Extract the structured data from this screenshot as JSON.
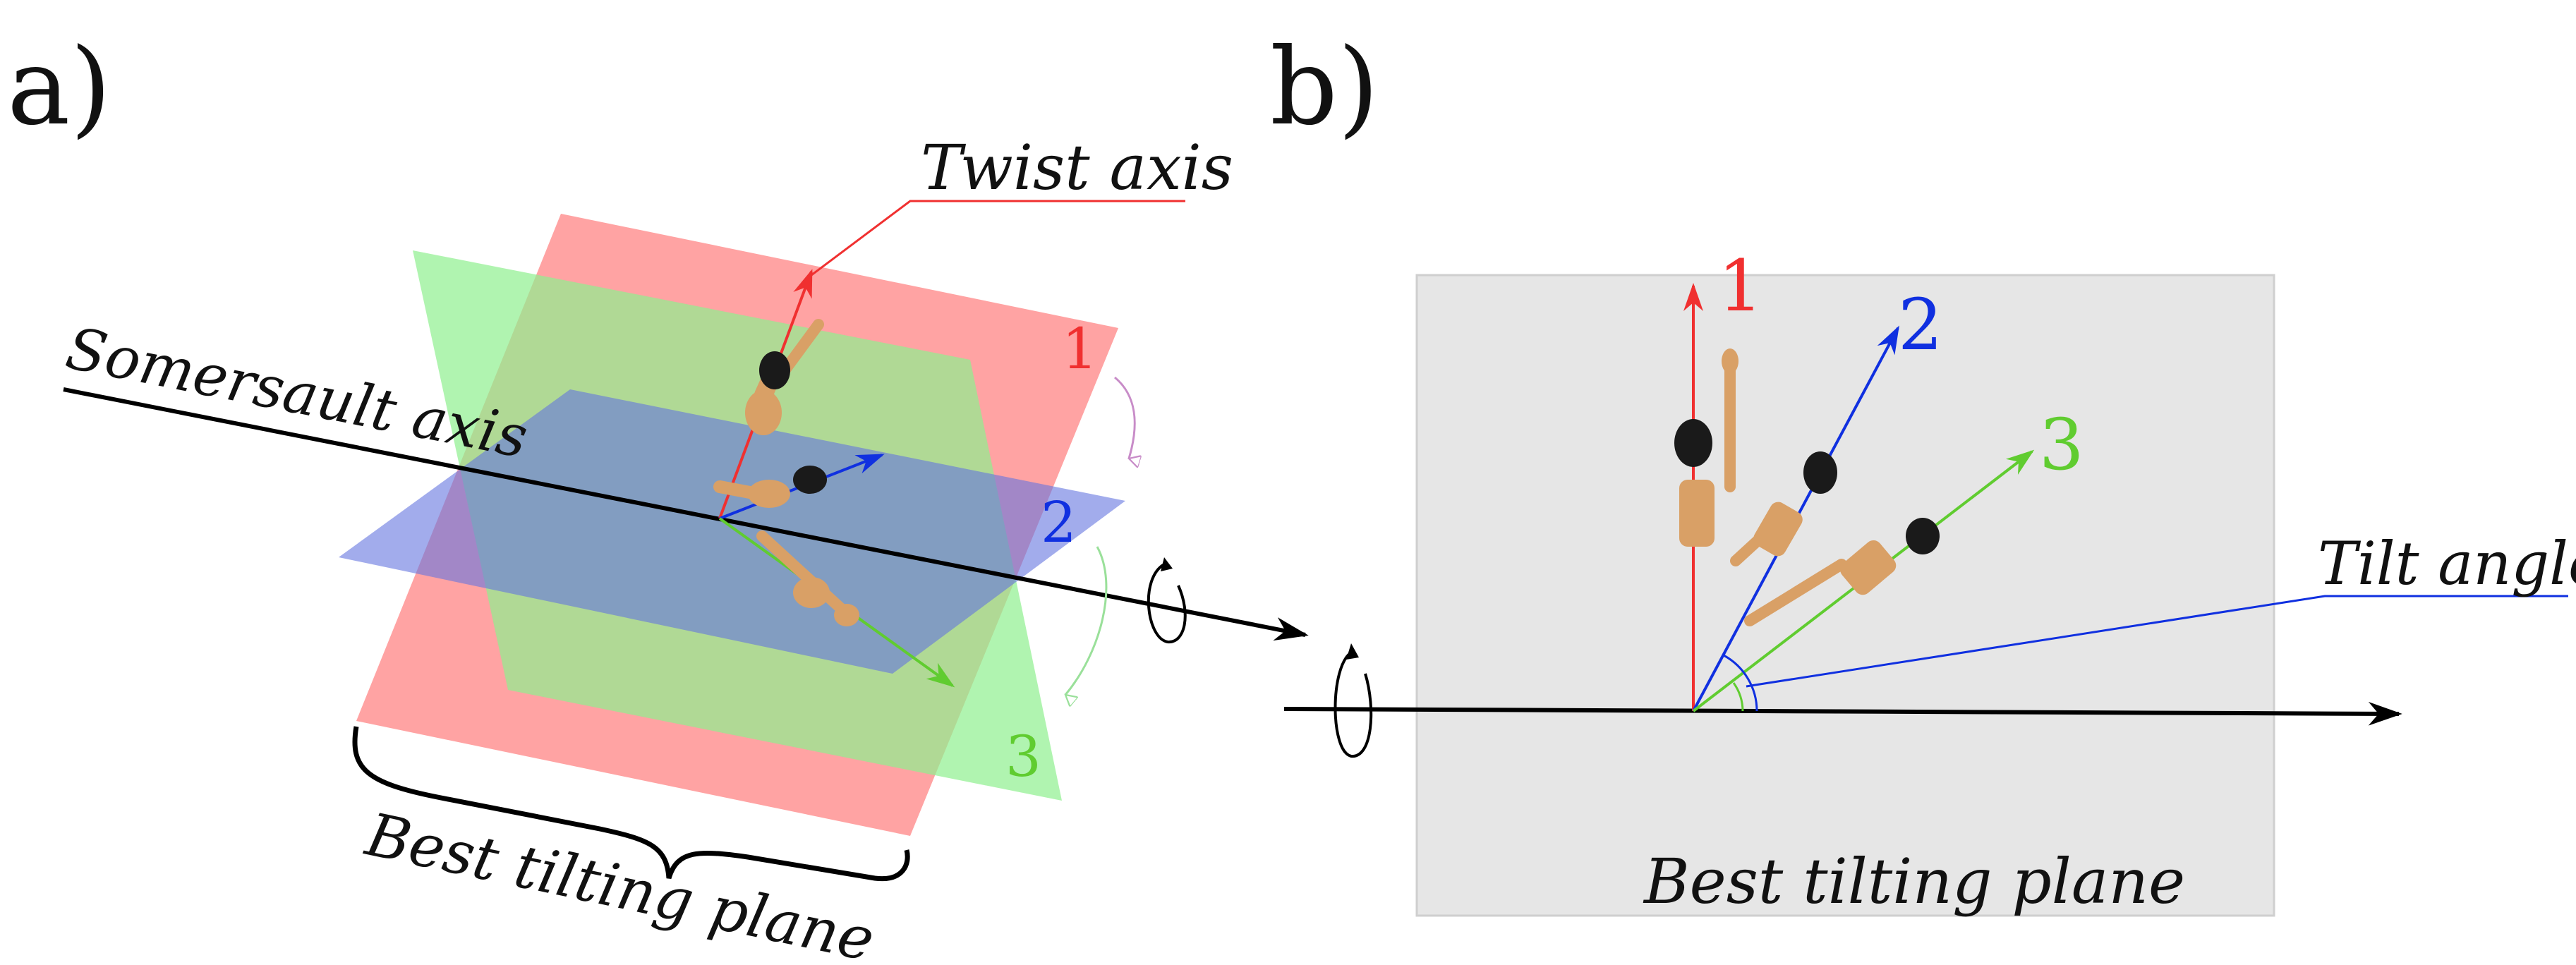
{
  "panels": {
    "a": {
      "letter": "a)",
      "twist_axis_label": "Twist axis",
      "somersault_axis_label": "Somersault axis",
      "best_tilting_plane_label": "Best tilting plane",
      "plane_numbers": [
        "1",
        "2",
        "3"
      ]
    },
    "b": {
      "letter": "b)",
      "tilt_angle_label": "Tilt angle",
      "best_tilting_plane_label": "Best tilting plane",
      "arrow_numbers": [
        "1",
        "2",
        "3"
      ]
    }
  },
  "colors": {
    "red": "#f03030",
    "blue": "#1030e0",
    "green": "#60cc30",
    "plane_red": "#ff8c8c",
    "plane_green": "#8cf08c",
    "plane_blue": "#6e7fe6",
    "panel_b_bg": "#e6e6e6",
    "mannequin": "#d9a066",
    "hair": "#1a1a1a"
  }
}
